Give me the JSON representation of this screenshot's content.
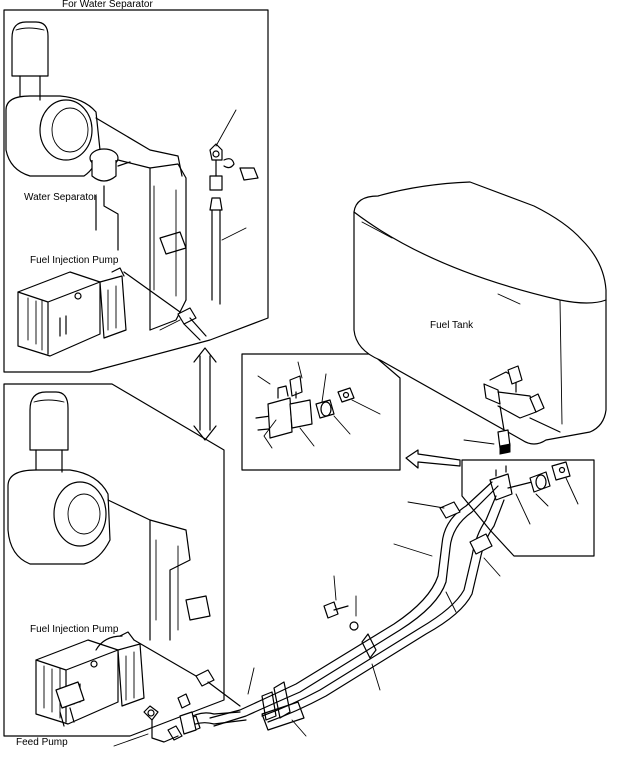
{
  "labels": {
    "top_caption": "For Water Separator",
    "water_separator": "Water Separator",
    "fuel_injection_pump_top": "Fuel Injection Pump",
    "fuel_injection_pump_bottom": "Fuel Injection Pump",
    "fuel_tank": "Fuel Tank",
    "feed_pump": "Feed Pump"
  }
}
